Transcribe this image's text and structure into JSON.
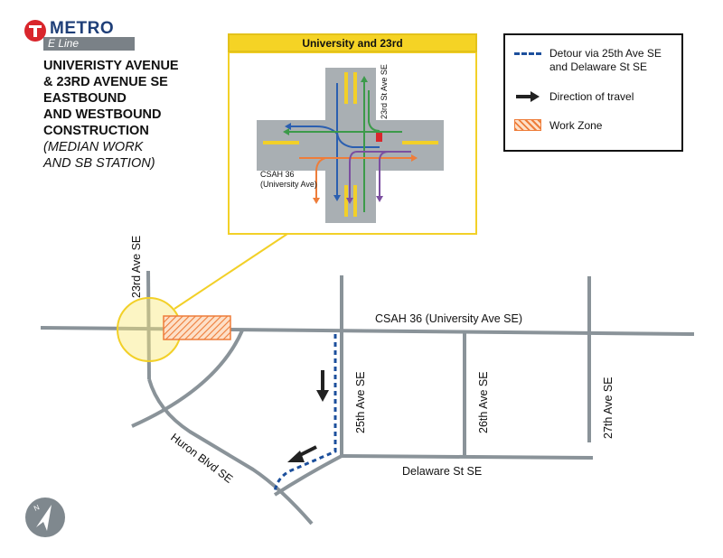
{
  "brand": {
    "name": "METRO",
    "line": "E Line"
  },
  "title_lines": [
    "UNIVERISTY AVENUE",
    "& 23RD AVENUE SE",
    "EASTBOUND",
    "AND WESTBOUND",
    "CONSTRUCTION"
  ],
  "subtitle_lines": [
    "(MEDIAN WORK",
    "AND SB STATION)"
  ],
  "inset": {
    "title": "University and 23rd",
    "street_north": "23rd St Ave SE",
    "street_west_line1": "CSAH 36",
    "street_west_line2": "(University Ave)"
  },
  "legend": {
    "detour_line1": "Detour via 25th Ave SE",
    "detour_line2": "and Delaware St SE",
    "direction": "Direction of travel",
    "work_zone": "Work Zone"
  },
  "streets": {
    "university": "CSAH 36 (University Ave SE)",
    "ave23": "23rd Ave SE",
    "ave25": "25th Ave SE",
    "ave26": "26th Ave SE",
    "ave27": "27th Ave SE",
    "delaware": "Delaware St SE",
    "huron": "Huron Blvd SE"
  },
  "icons": {
    "compass": "north-arrow-icon"
  },
  "colors": {
    "road": "#8a9399",
    "detour": "#1c4f9c",
    "highlight": "#f2d028",
    "work_zone": "#ee7d3a",
    "brand_red": "#d9262c",
    "brand_blue": "#1f3f78"
  }
}
